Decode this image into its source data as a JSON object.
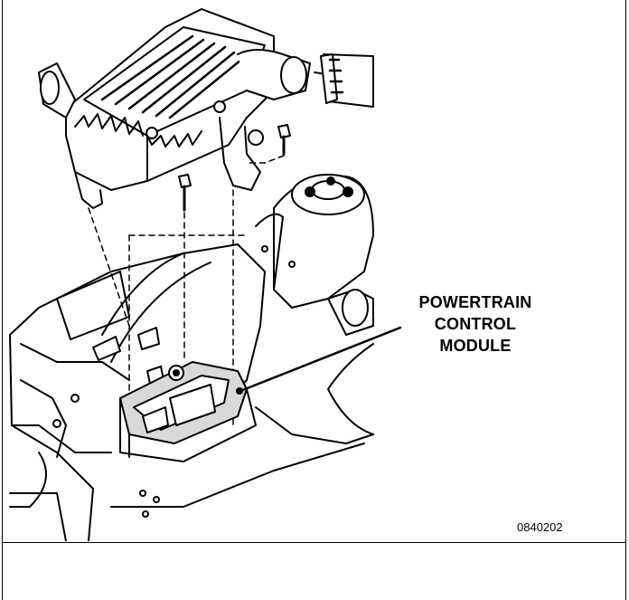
{
  "callout": {
    "lines": [
      "POWERTRAIN",
      "CONTROL",
      "MODULE"
    ]
  },
  "figure_id": "0840202",
  "colors": {
    "ink": "#000000",
    "paper": "#ffffff",
    "shade": "#d9d9d9"
  }
}
